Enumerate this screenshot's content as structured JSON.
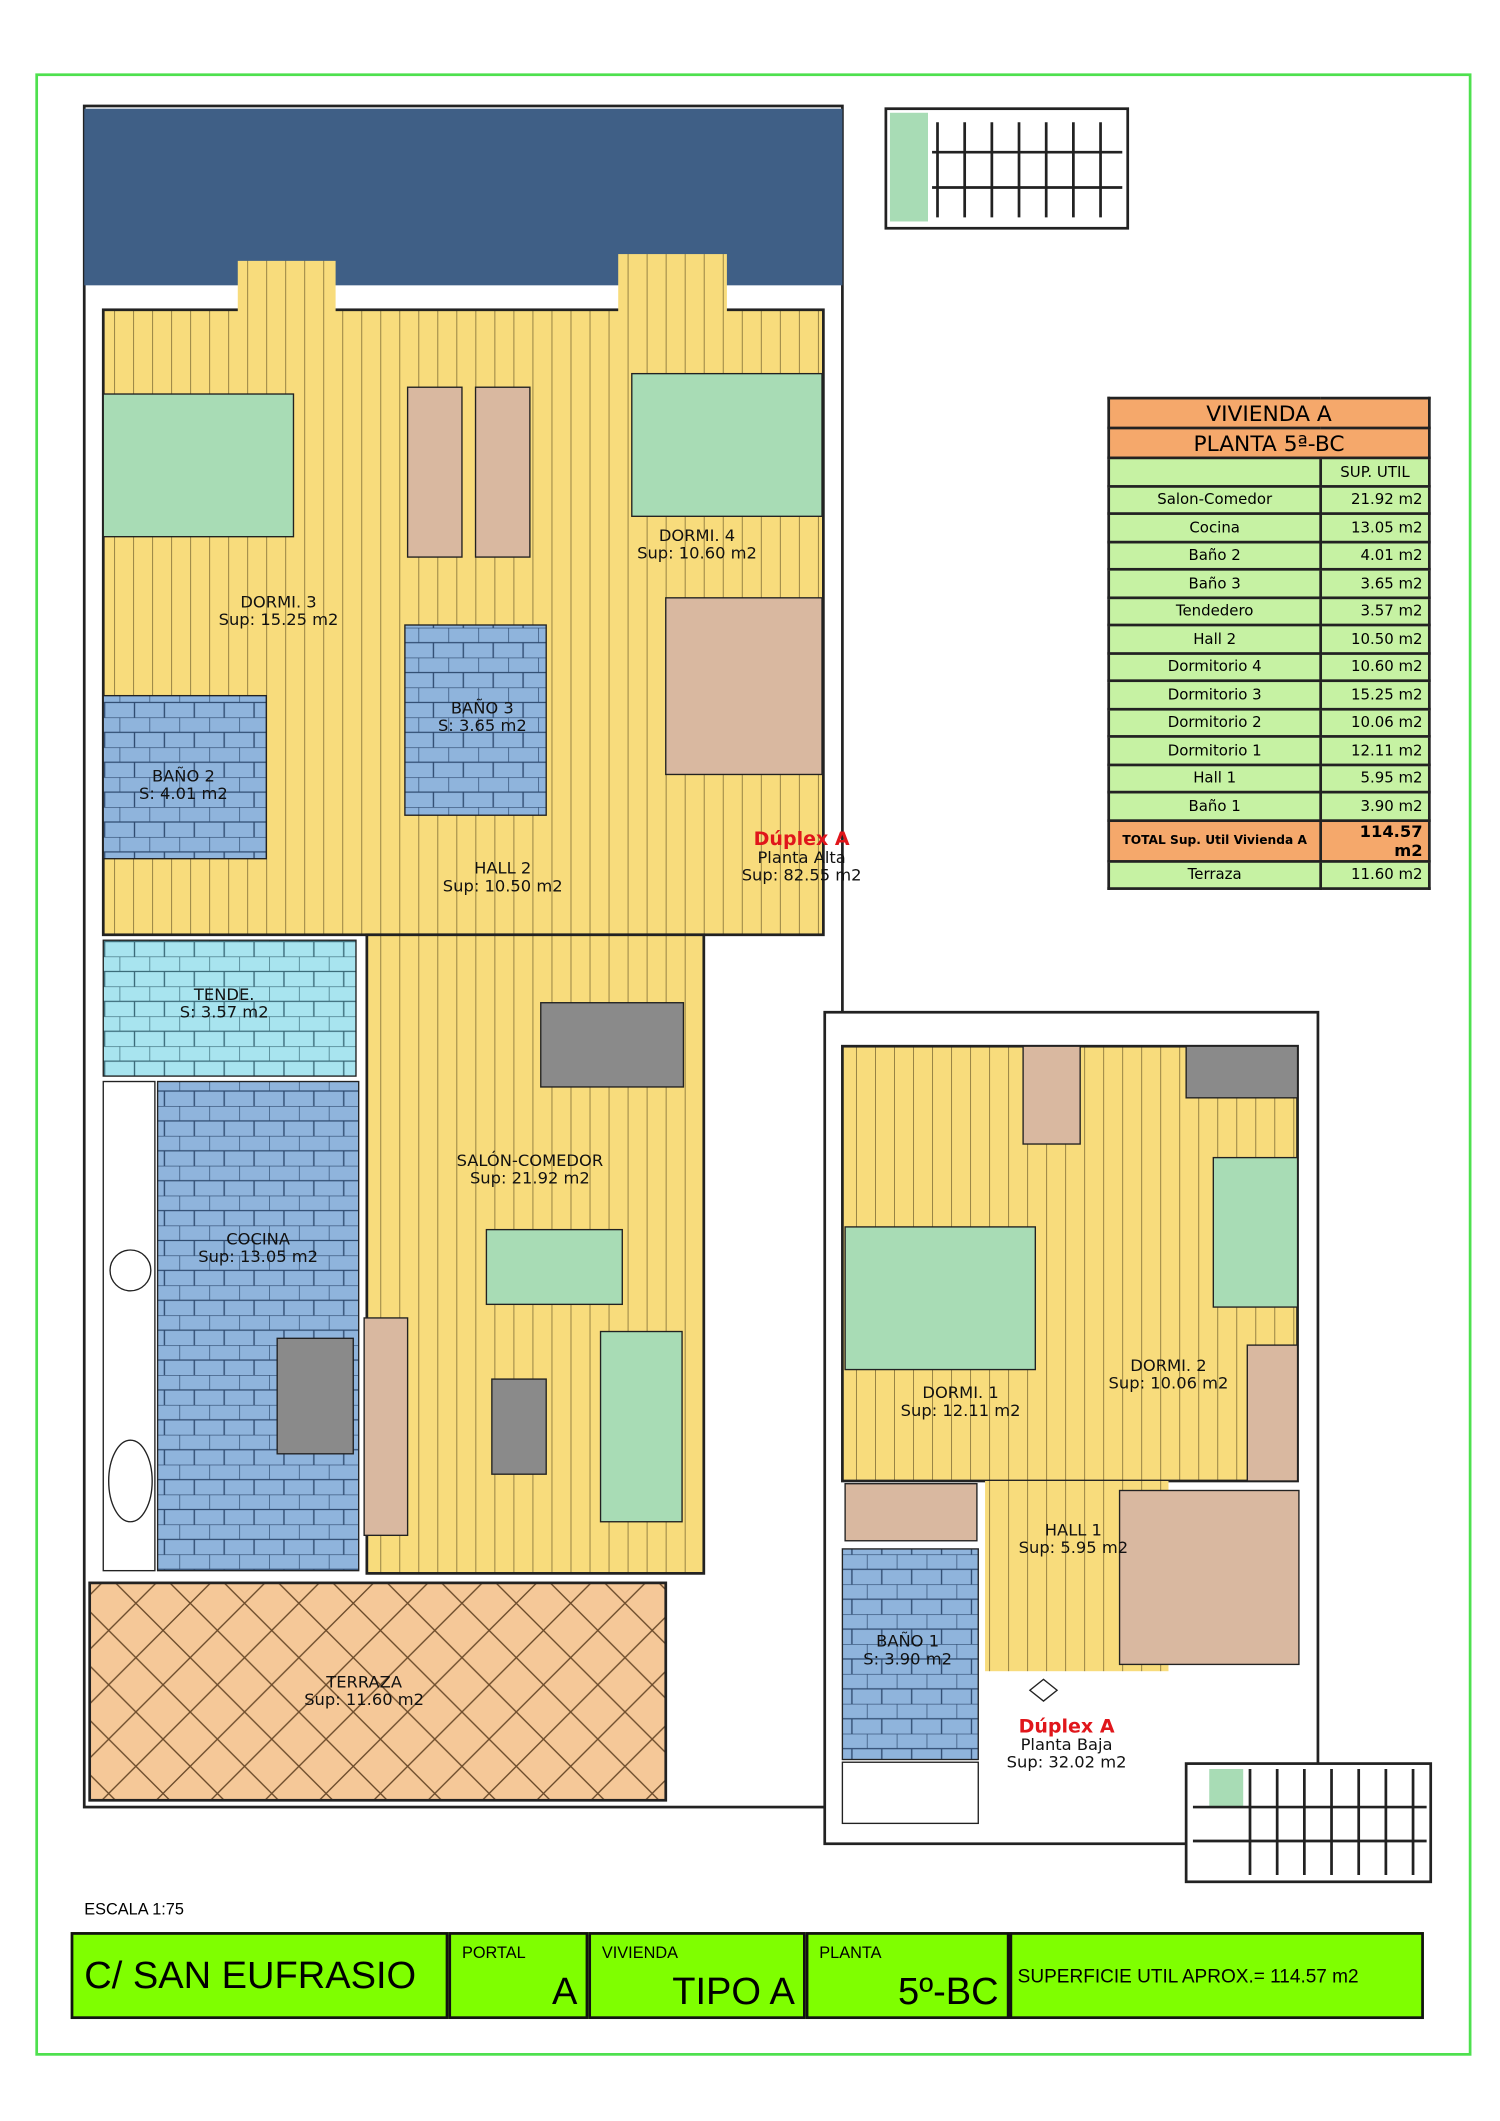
{
  "scale_label": "ESCALA 1:75",
  "upper_floor": {
    "title": "Dúplex A",
    "subtitle": "Planta Alta",
    "area": "Sup: 82.55 m2",
    "rooms": [
      {
        "name": "DORMI. 3",
        "area": "Sup: 15.25 m2"
      },
      {
        "name": "DORMI. 4",
        "area": "Sup: 10.60 m2"
      },
      {
        "name": "BAÑO 3",
        "area": "S: 3.65 m2"
      },
      {
        "name": "BAÑO 2",
        "area": "S: 4.01 m2"
      },
      {
        "name": "HALL 2",
        "area": "Sup: 10.50 m2"
      },
      {
        "name": "TENDE.",
        "area": "S: 3.57 m2"
      },
      {
        "name": "SALÓN-COMEDOR",
        "area": "Sup: 21.92 m2"
      },
      {
        "name": "COCINA",
        "area": "Sup: 13.05 m2"
      },
      {
        "name": "TERRAZA",
        "area": "Sup: 11.60 m2"
      }
    ]
  },
  "lower_floor": {
    "title": "Dúplex A",
    "subtitle": "Planta Baja",
    "area": "Sup: 32.02 m2",
    "rooms": [
      {
        "name": "DORMI. 1",
        "area": "Sup: 12.11 m2"
      },
      {
        "name": "DORMI. 2",
        "area": "Sup: 10.06 m2"
      },
      {
        "name": "HALL 1",
        "area": "Sup: 5.95 m2"
      },
      {
        "name": "BAÑO 1",
        "area": "S: 3.90 m2"
      }
    ]
  },
  "area_table": {
    "title": "VIVIENDA A",
    "subtitle": "PLANTA 5ª-BC",
    "column_header": "SUP. UTIL",
    "rows": [
      {
        "room": "Salon-Comedor",
        "area": "21.92 m2"
      },
      {
        "room": "Cocina",
        "area": "13.05 m2"
      },
      {
        "room": "Baño 2",
        "area": "4.01 m2"
      },
      {
        "room": "Baño 3",
        "area": "3.65 m2"
      },
      {
        "room": "Tendedero",
        "area": "3.57 m2"
      },
      {
        "room": "Hall 2",
        "area": "10.50 m2"
      },
      {
        "room": "Dormitorio 4",
        "area": "10.60 m2"
      },
      {
        "room": "Dormitorio 3",
        "area": "15.25 m2"
      },
      {
        "room": "Dormitorio 2",
        "area": "10.06 m2"
      },
      {
        "room": "Dormitorio 1",
        "area": "12.11 m2"
      },
      {
        "room": "Hall 1",
        "area": "5.95 m2"
      },
      {
        "room": "Baño 1",
        "area": "3.90 m2"
      }
    ],
    "total": {
      "room": "TOTAL Sup. Util Vivienda A",
      "area": "114.57 m2"
    },
    "extra": {
      "room": "Terraza",
      "area": "11.60 m2"
    }
  },
  "title_block": {
    "street": "C/ SAN EUFRASIO",
    "portal_label": "PORTAL",
    "portal": "A",
    "vivienda_label": "VIVIENDA",
    "vivienda": "TIPO A",
    "planta_label": "PLANTA",
    "planta": "5º-BC",
    "superficie": "SUPERFICIE UTIL APROX.= 114.57 m2"
  },
  "colors": {
    "frame": "#4ee04e",
    "title_block": "#7fff00",
    "table_header": "#f5a86b",
    "table_body": "#c6f2a3",
    "accent_red": "#e0161b"
  }
}
